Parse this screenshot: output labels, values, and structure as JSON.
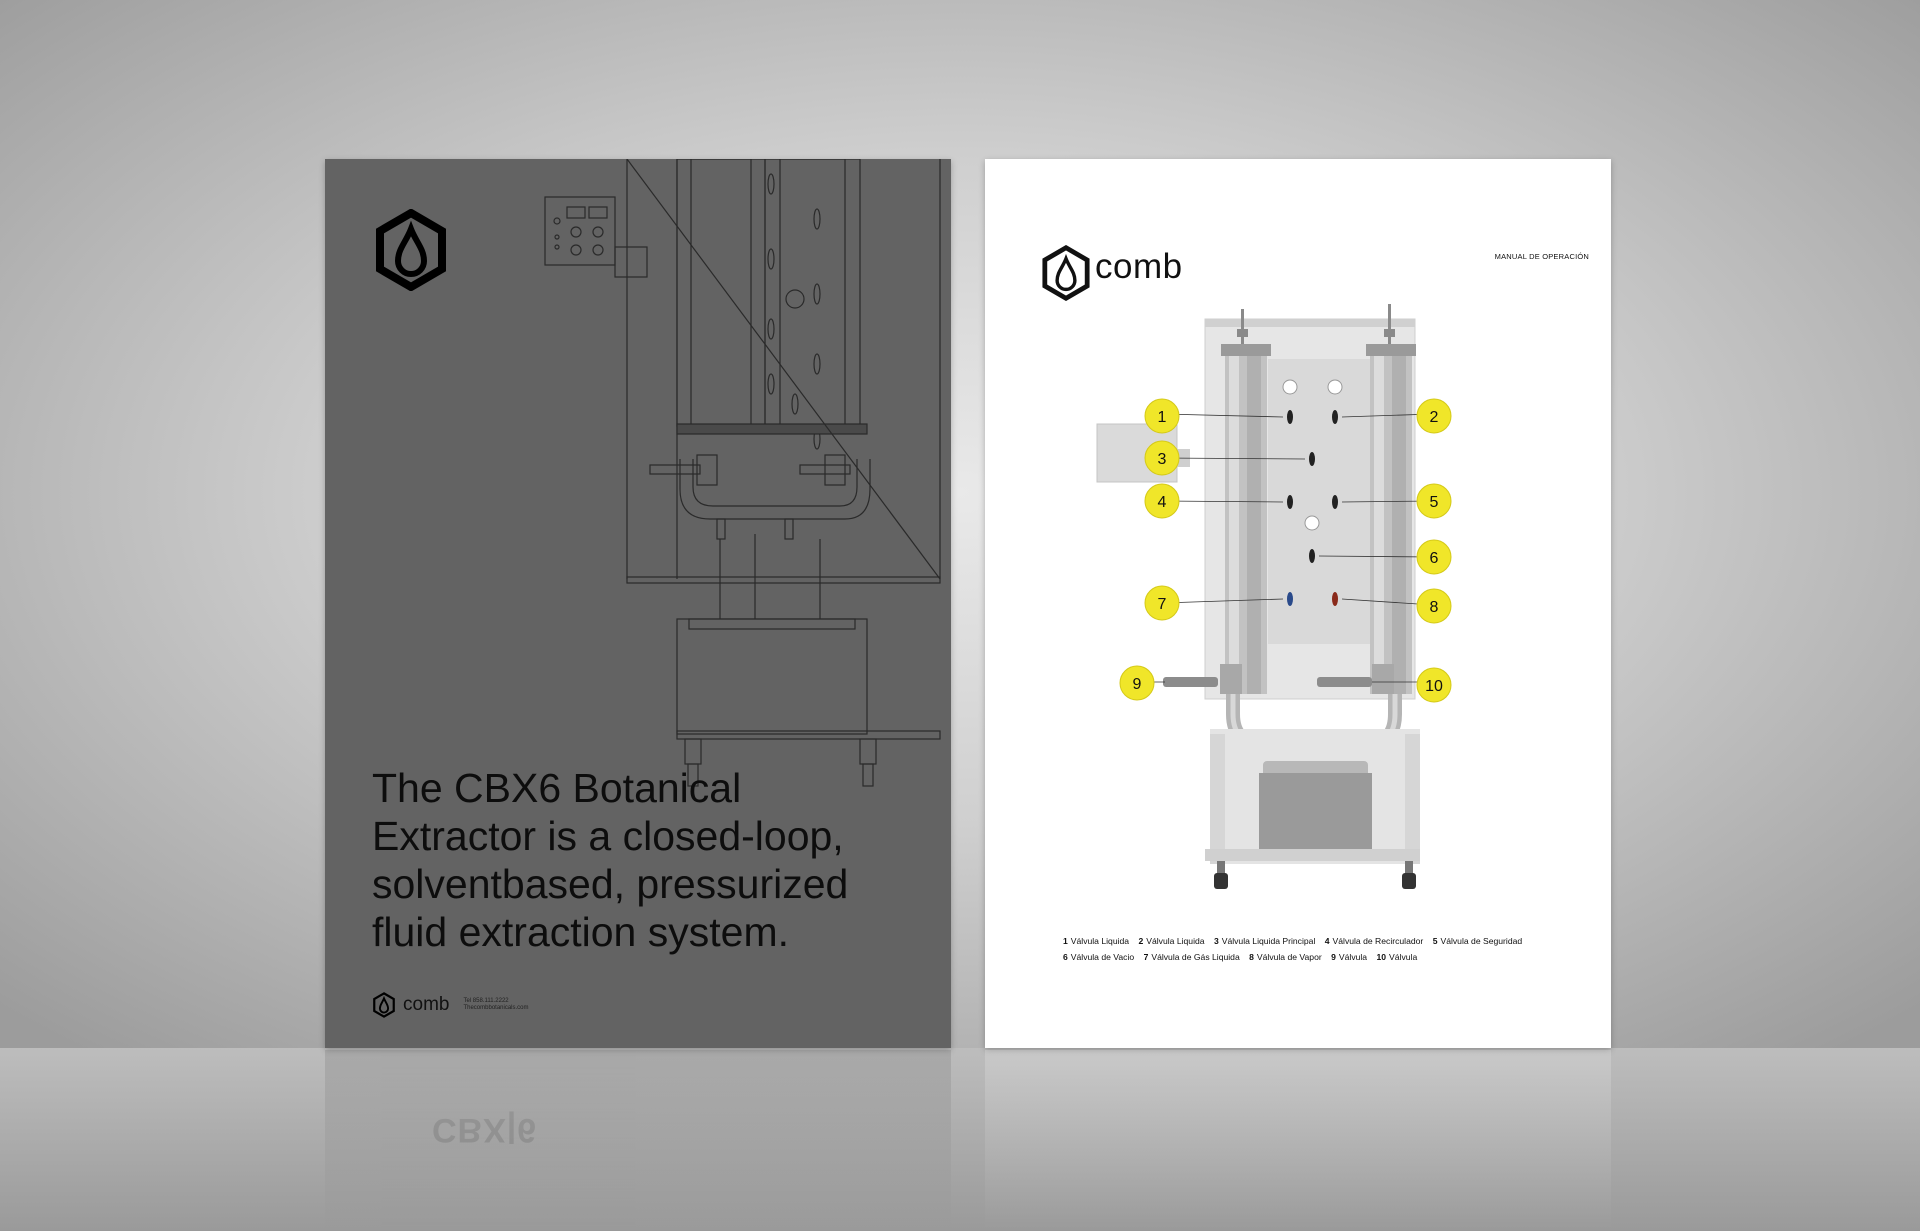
{
  "left_page": {
    "headline": "The CBX6 Botanical\nExtractor is a closed-loop,\nsolventbased, pressurized\nfluid extraction system.",
    "footer_wordmark": "comb",
    "footer_phone": "Tel 858.111.2222",
    "footer_web": "Thecombbotanicals.com",
    "reflection_title": "CBX|6"
  },
  "right_page": {
    "wordmark": "comb",
    "manual_label": "MANUAL DE OPERACIÓN",
    "callouts": [
      "1",
      "2",
      "3",
      "4",
      "5",
      "6",
      "7",
      "8",
      "9",
      "10"
    ],
    "legend_row1": [
      {
        "num": "1",
        "label": "Válvula Liquida"
      },
      {
        "num": "2",
        "label": "Válvula Liquida"
      },
      {
        "num": "3",
        "label": "Válvula Liquida Principal"
      },
      {
        "num": "4",
        "label": "Válvula de Recirculador"
      },
      {
        "num": "5",
        "label": "Válvula de Seguridad"
      }
    ],
    "legend_row2": [
      {
        "num": "6",
        "label": "Válvula de Vacio"
      },
      {
        "num": "7",
        "label": "Válvula de Gás Liquida"
      },
      {
        "num": "8",
        "label": "Válvula de Vapor"
      },
      {
        "num": "9",
        "label": "Válvula"
      },
      {
        "num": "10",
        "label": "Válvula"
      }
    ]
  },
  "colors": {
    "background": "#c9c9c9",
    "left_sheet": "#636363",
    "right_sheet": "#ffffff",
    "callout_fill": "#f0e629",
    "text_dark": "#111111"
  },
  "icons": [
    "comb-drop-hexagon-logo"
  ]
}
